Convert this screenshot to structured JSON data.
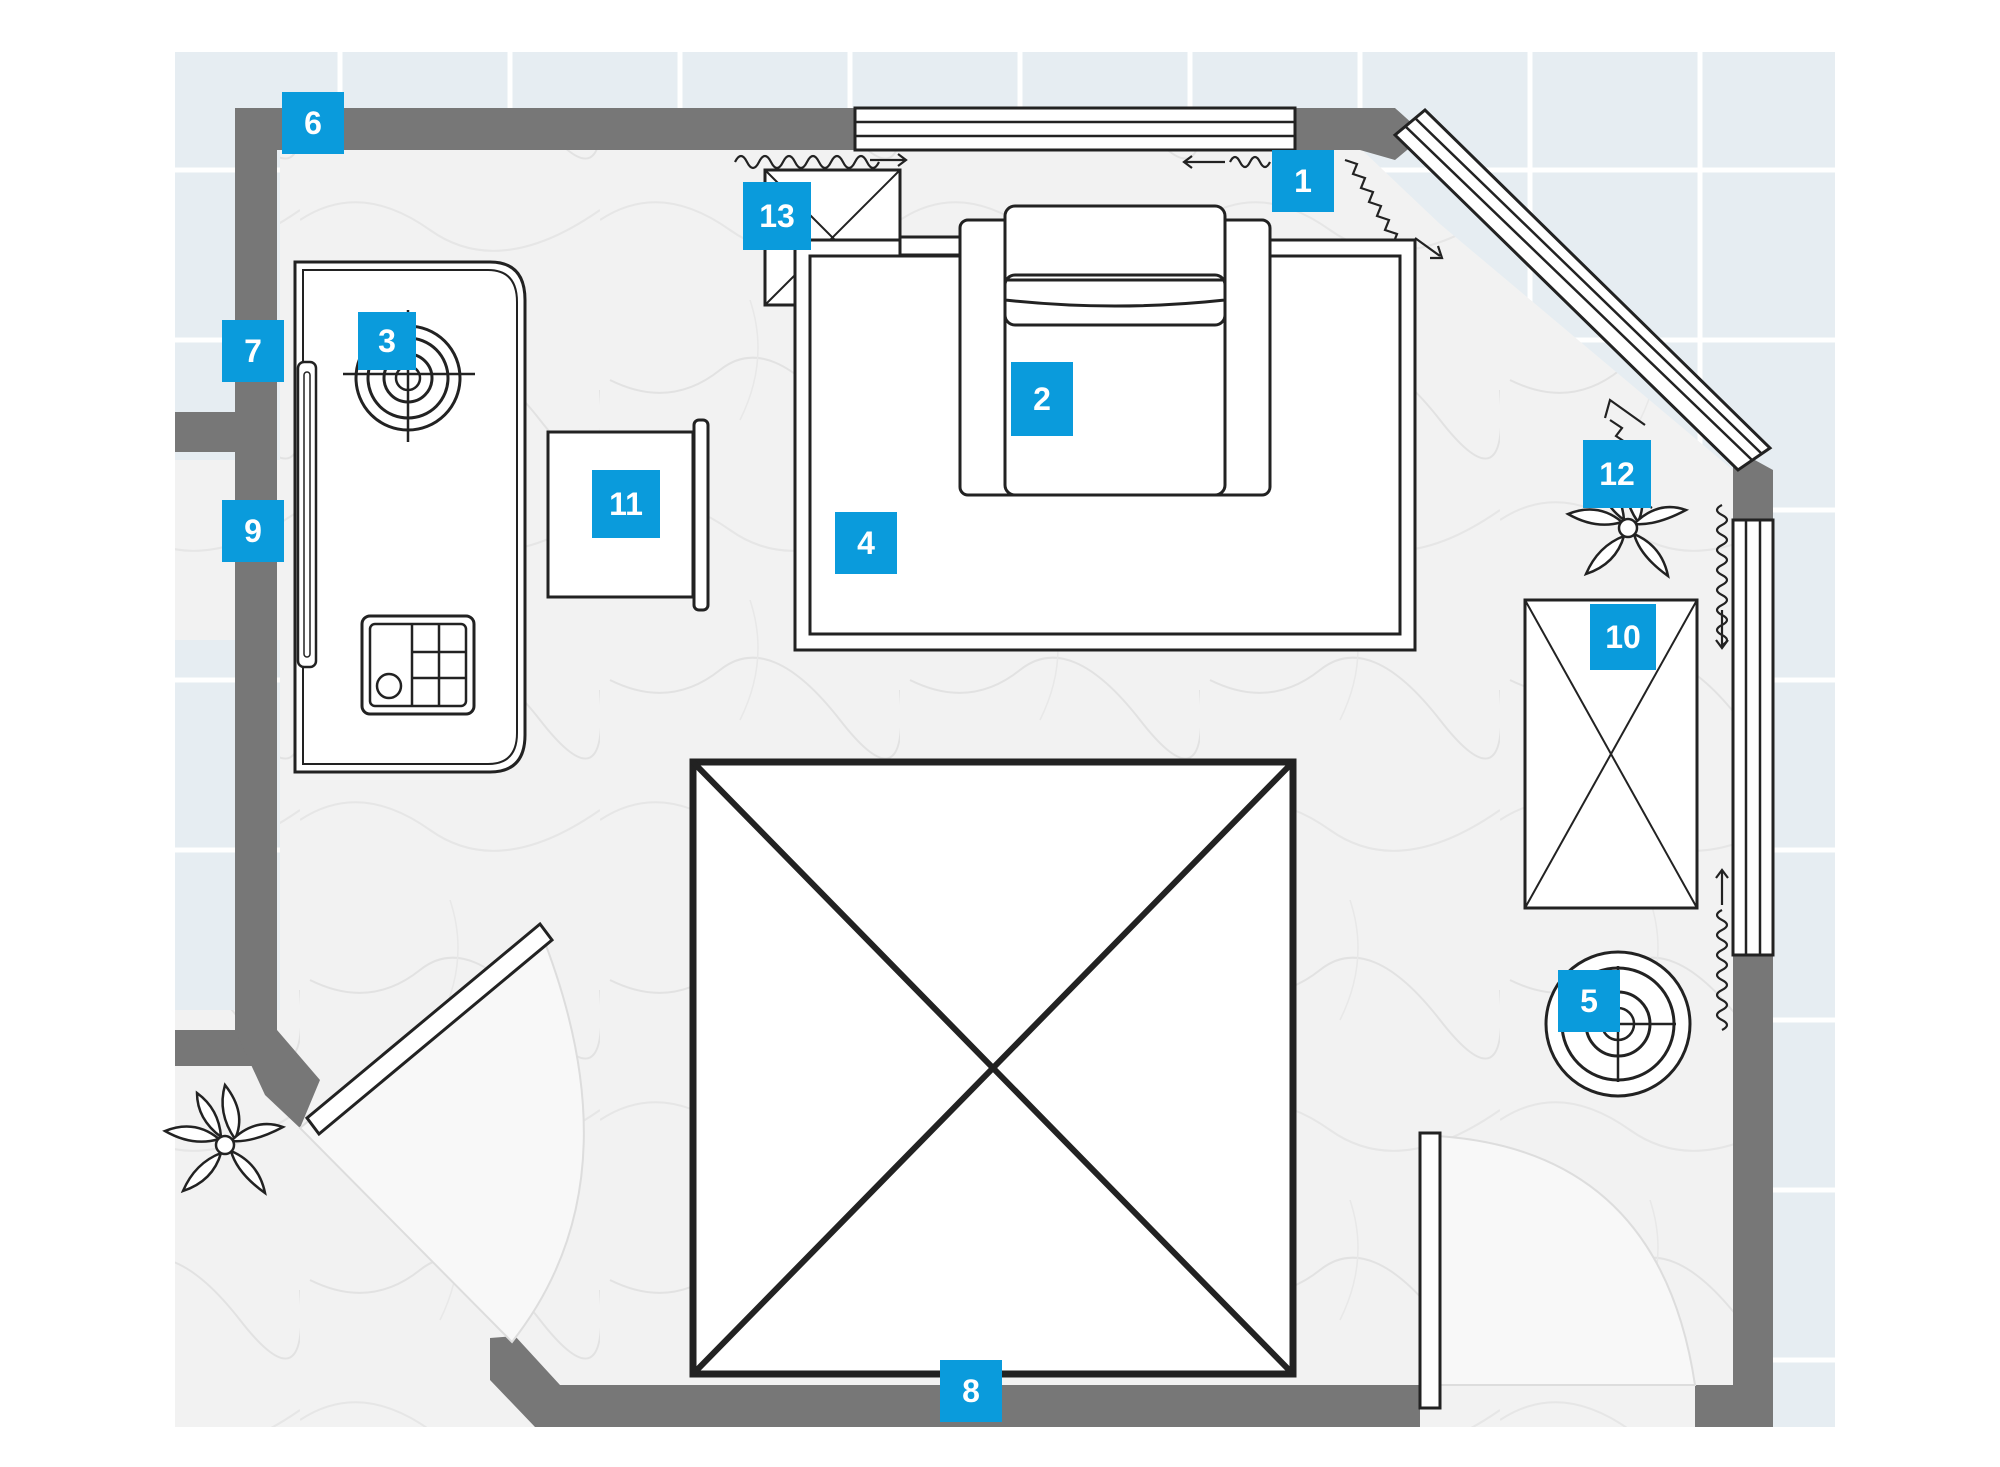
{
  "colors": {
    "badge": "#0A9BDC",
    "badge_text": "#FFFFFF",
    "wall": "#767676",
    "outside_tile": "#E4ECF2",
    "floor": "#F1F1F1",
    "line": "#222222"
  },
  "markers": [
    {
      "id": "1",
      "label": "1",
      "target": "window-top-right"
    },
    {
      "id": "2",
      "label": "2",
      "target": "bed"
    },
    {
      "id": "3",
      "label": "3",
      "target": "ceiling-light-kitchen"
    },
    {
      "id": "4",
      "label": "4",
      "target": "rug"
    },
    {
      "id": "5",
      "label": "5",
      "target": "ceiling-light-right"
    },
    {
      "id": "6",
      "label": "6",
      "target": "wall-top-left"
    },
    {
      "id": "7",
      "label": "7",
      "target": "wall-left"
    },
    {
      "id": "8",
      "label": "8",
      "target": "wall-bottom"
    },
    {
      "id": "9",
      "label": "9",
      "target": "opening-left"
    },
    {
      "id": "10",
      "label": "10",
      "target": "cabinet-right"
    },
    {
      "id": "11",
      "label": "11",
      "target": "side-table"
    },
    {
      "id": "12",
      "label": "12",
      "target": "plant-corner"
    },
    {
      "id": "13",
      "label": "13",
      "target": "nightstand"
    }
  ]
}
